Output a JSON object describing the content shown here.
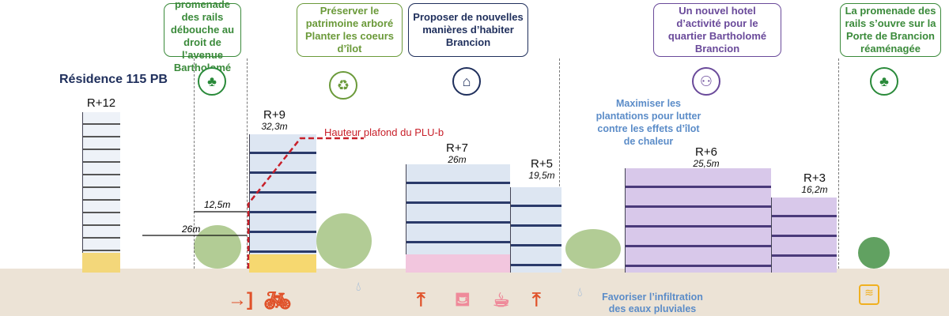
{
  "boxes": [
    {
      "text": "La promenade des rails  débouche au droit de l’avenue Bartholomé",
      "color": "#3a8a3a"
    },
    {
      "text": "Préserver le patrimoine arboré Planter les coeurs d’îlot",
      "color": "#6b9a3a"
    },
    {
      "text": "Proposer de nouvelles manières d’habiter Brancion",
      "color": "#1f2f5c"
    },
    {
      "text": "Un nouvel hotel d’activité pour le quartier Bartholomé Brancion",
      "color": "#6a4a9a"
    },
    {
      "text": "La promenade des rails s’ouvre sur la Porte de Brancion réaménagée",
      "color": "#3a8a3a"
    }
  ],
  "icons": [
    "tree-bench-icon",
    "plant-cycle-icon",
    "house-icon",
    "handshake-icon",
    "tree-bench-icon"
  ],
  "residence": "Résidence 115 PB",
  "buildings": [
    {
      "level": "R+12",
      "height": ""
    },
    {
      "level": "R+9",
      "height": "32,3m"
    },
    {
      "level": "R+7",
      "height": "26m"
    },
    {
      "level": "R+5",
      "height": "19,5m"
    },
    {
      "level": "R+6",
      "height": "25,5m"
    },
    {
      "level": "R+3",
      "height": "16,2m"
    }
  ],
  "plu": "Hauteur plafond du PLU-b",
  "dims": [
    "12,5m",
    "26m"
  ],
  "plantations": "Maximiser les plantations pour lutter contre les effets d’îlot de chaleur",
  "infiltration": "Favoriser l’infiltration des eaux pluviales",
  "colors": {
    "accent": "#e0522a",
    "water": "#5b8cc8",
    "plu": "#c8202a"
  }
}
